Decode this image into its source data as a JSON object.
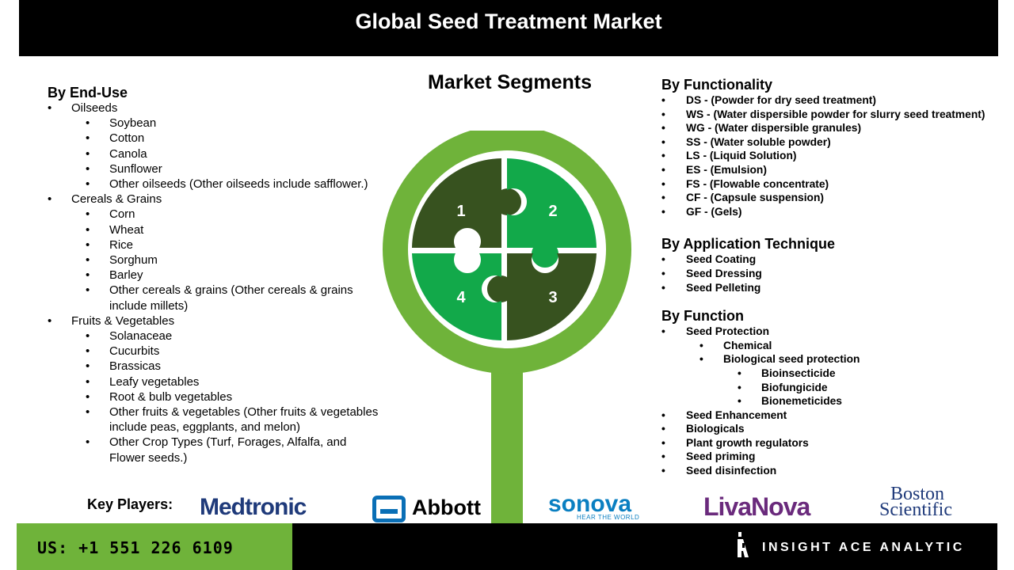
{
  "title": "Global Seed Treatment Market",
  "segments_title": "Market Segments",
  "end_use": {
    "heading": "By End-Use",
    "oilseeds": {
      "label": "Oilseeds",
      "items": [
        "Soybean",
        "Cotton",
        "Canola",
        "Sunflower",
        "Other oilseeds (Other oilseeds include safflower.)"
      ]
    },
    "cereals": {
      "label": "Cereals & Grains",
      "items": [
        "Corn",
        "Wheat",
        "Rice",
        "Sorghum",
        "Barley",
        "Other cereals & grains (Other cereals & grains include millets)"
      ]
    },
    "fruits": {
      "label": "Fruits & Vegetables",
      "items": [
        "Solanaceae",
        "Cucurbits",
        "Brassicas",
        "Leafy vegetables",
        "Root & bulb vegetables",
        "Other fruits & vegetables (Other fruits & vegetables include peas, eggplants, and melon)",
        "Other Crop Types (Turf, Forages, Alfalfa, and Flower seeds.)"
      ]
    }
  },
  "functionality": {
    "heading": "By Functionality",
    "items": [
      "DS - (Powder for dry seed treatment)",
      "WS - (Water dispersible powder for slurry seed treatment)",
      "WG - (Water dispersible granules)",
      "SS - (Water soluble powder)",
      "LS - (Liquid Solution)",
      "ES - (Emulsion)",
      "FS - (Flowable concentrate)",
      "CF - (Capsule suspension)",
      "GF - (Gels)"
    ]
  },
  "application": {
    "heading": "By Application Technique",
    "items": [
      "Seed Coating",
      "Seed Dressing",
      "Seed Pelleting"
    ]
  },
  "function": {
    "heading": "By Function",
    "seed_protection": "Seed Protection",
    "chemical": "Chemical",
    "biological": "Biological seed protection",
    "bio_items": [
      "Bioinsecticide",
      "Biofungicide",
      "Bionemeticides"
    ],
    "others": [
      "Seed Enhancement",
      "Biologicals",
      "Plant growth regulators",
      "Seed priming",
      "Seed disinfection"
    ]
  },
  "puzzle": {
    "numbers": [
      "1",
      "2",
      "3",
      "4"
    ],
    "colors": {
      "ring": "#6fb33a",
      "dark": "#37521f",
      "bright": "#12a94a"
    }
  },
  "key_players": {
    "label": "Key Players:",
    "logos": {
      "medtronic": "Medtronic",
      "abbott": "Abbott",
      "sonova": "sonova",
      "sonova_tagline": "HEAR THE WORLD",
      "livanova": "LivaNova",
      "boston_1": "Boston",
      "boston_2": "Scientific"
    }
  },
  "footer": {
    "phone": "US: +1 551 226 6109",
    "brand": "INSIGHT ACE ANALYTIC"
  }
}
